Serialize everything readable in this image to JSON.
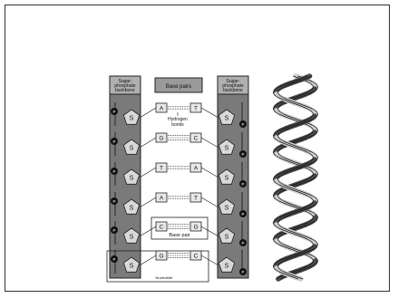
{
  "labels": {
    "left_backbone": [
      "Sugar-",
      "phosphate",
      "backbone"
    ],
    "right_backbone": [
      "Sugar-",
      "phosphate",
      "backbone"
    ],
    "base_pairs_header": "Base pairs",
    "hydrogen_bonds": [
      "Hydrogen",
      "bonds"
    ],
    "base_pair_label": "Base pair",
    "nucleotide_label": "Nucleotide",
    "phosphate_symbol": "P",
    "sugar_symbol": "S"
  },
  "pairs": [
    {
      "left": "A",
      "right": "T",
      "bonds": 2
    },
    {
      "left": "G",
      "right": "C",
      "bonds": 3
    },
    {
      "left": "T",
      "right": "A",
      "bonds": 2
    },
    {
      "left": "A",
      "right": "T",
      "bonds": 2
    },
    {
      "left": "C",
      "right": "G",
      "bonds": 3
    },
    {
      "left": "G",
      "right": "C",
      "bonds": 3
    }
  ],
  "colors": {
    "backbone": "#7a7a7a",
    "header_fill": "#9a9a9a",
    "sugar_fill": "#d9d9d9",
    "phosphate": "#111111",
    "helix_light": "#cfcfcf",
    "helix_dark": "#4a4a4a"
  }
}
